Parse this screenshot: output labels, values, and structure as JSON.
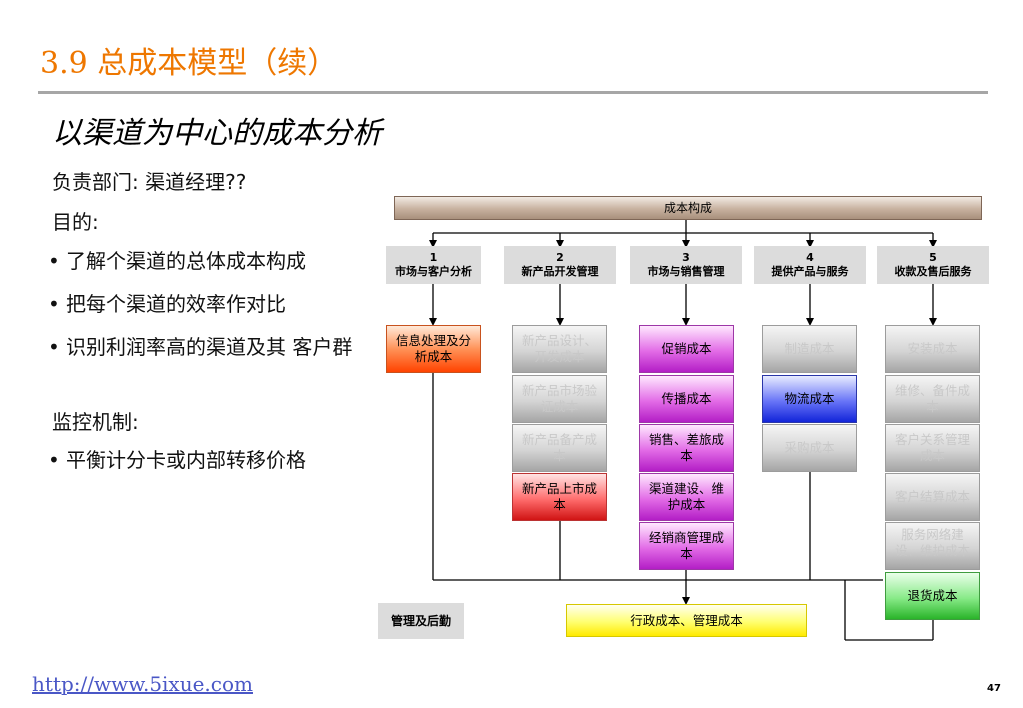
{
  "title": "3.9 总成本模型（续）",
  "subtitle": "以渠道为中心的成本分析",
  "department": "负责部门: 渠道经理??",
  "purpose_label": "目的:",
  "purpose_bullets": [
    "了解个渠道的总体成本构成",
    "把每个渠道的效率作对比",
    "识别利润率高的渠道及其 客户群"
  ],
  "monitoring_label": "监控机制:",
  "monitoring_bullets": [
    "平衡计分卡或内部转移价格"
  ],
  "bullet_symbol": "•",
  "diagram": {
    "top_bar": "成本构成",
    "headers": [
      {
        "num": "1",
        "label": "市场与客户分析"
      },
      {
        "num": "2",
        "label": "新产品开发管理"
      },
      {
        "num": "3",
        "label": "市场与销售管理"
      },
      {
        "num": "4",
        "label": "提供产品与服务"
      },
      {
        "num": "5",
        "label": "收款及售后服务"
      }
    ],
    "col1": [
      "信息处理及分析成本"
    ],
    "col2": [
      "新产品设计、开发成本",
      "新产品市场验证成本",
      "新产品备产成本",
      "新产品上市成本"
    ],
    "col3": [
      "促销成本",
      "传播成本",
      "销售、差旅成本",
      "渠道建设、维护成本",
      "经销商管理成本"
    ],
    "col4": [
      "制造成本",
      "物流成本",
      "采购成本"
    ],
    "col5": [
      "安装成本",
      "维修、备件成本",
      "客户关系管理成本",
      "客户结算成本",
      "服务网络建设、维护成本",
      "退货成本"
    ],
    "management": "管理及后勤",
    "admin": "行政成本、管理成本"
  },
  "colors": {
    "title": "#ee7700",
    "highlight_col1": "#ff6a2a",
    "highlight_col3": "#d24fd8",
    "highlight_logistics": "#2a3adf",
    "highlight_return": "#4fd04f",
    "highlight_launch": "#f03a3a",
    "admin_box": "#ffff66"
  },
  "footer_link": "http://www.5ixue.com",
  "page_number": "47"
}
